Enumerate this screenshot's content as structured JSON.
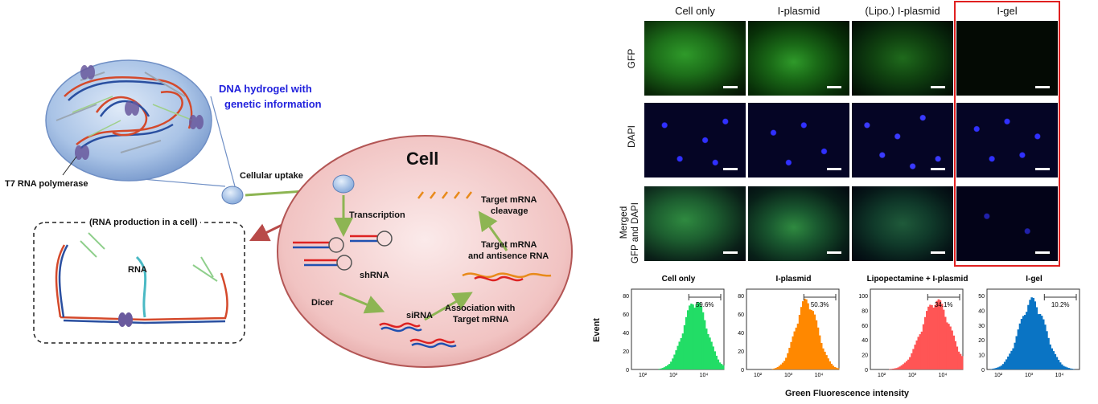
{
  "schematic": {
    "hydrogel_label_line1": "DNA hydrogel with",
    "hydrogel_label_line2": "genetic information",
    "polymerase_label": "T7 RNA polymerase",
    "uptake_label": "Cellular uptake",
    "rna_box_title": "(RNA production in a cell)",
    "rna_label": "RNA",
    "cell_title": "Cell",
    "transcription_label": "Transcription",
    "shrna_label": "shRNA",
    "dicer_label": "Dicer",
    "sirna_label": "siRNA",
    "association_line1": "Association with",
    "association_line2": "Target mRNA",
    "target_antisense_line1": "Target mRNA",
    "target_antisense_line2": "and antisence RNA",
    "cleavage_line1": "Target mRNA",
    "cleavage_line2": "cleavage"
  },
  "microscopy": {
    "columns": [
      "Cell only",
      "I-plasmid",
      "(Lipo.) I-plasmid",
      "I-gel"
    ],
    "rows": [
      "GFP",
      "DAPI",
      "Merged"
    ],
    "merged_sublabel": "GFP and DAPI",
    "highlight_color": "#e02020"
  },
  "histograms": {
    "ylabel": "Event",
    "xlabel": "Green Fluorescence intensity",
    "panels": [
      {
        "title": "Cell only",
        "percent": "59.6%",
        "color": "#22dd66",
        "yticks": [
          "0",
          "20",
          "40",
          "60",
          "80"
        ],
        "xticks": [
          "10²",
          "10³",
          "10⁴"
        ]
      },
      {
        "title": "I-plasmid",
        "percent": "50.3%",
        "color": "#ff8800",
        "yticks": [
          "0",
          "20",
          "40",
          "60",
          "80"
        ],
        "xticks": [
          "10²",
          "10³",
          "10⁴"
        ]
      },
      {
        "title": "Lipopectamine + I-plasmid",
        "percent": "34.1%",
        "color": "#ff5555",
        "yticks": [
          "0",
          "20",
          "40",
          "60",
          "80",
          "100"
        ],
        "xticks": [
          "10²",
          "10³",
          "10⁴"
        ]
      },
      {
        "title": "I-gel",
        "percent": "10.2%",
        "color": "#0a74c4",
        "yticks": [
          "0",
          "10",
          "20",
          "30",
          "40",
          "50"
        ],
        "xticks": [
          "10²",
          "10³",
          "10⁴"
        ]
      }
    ]
  }
}
